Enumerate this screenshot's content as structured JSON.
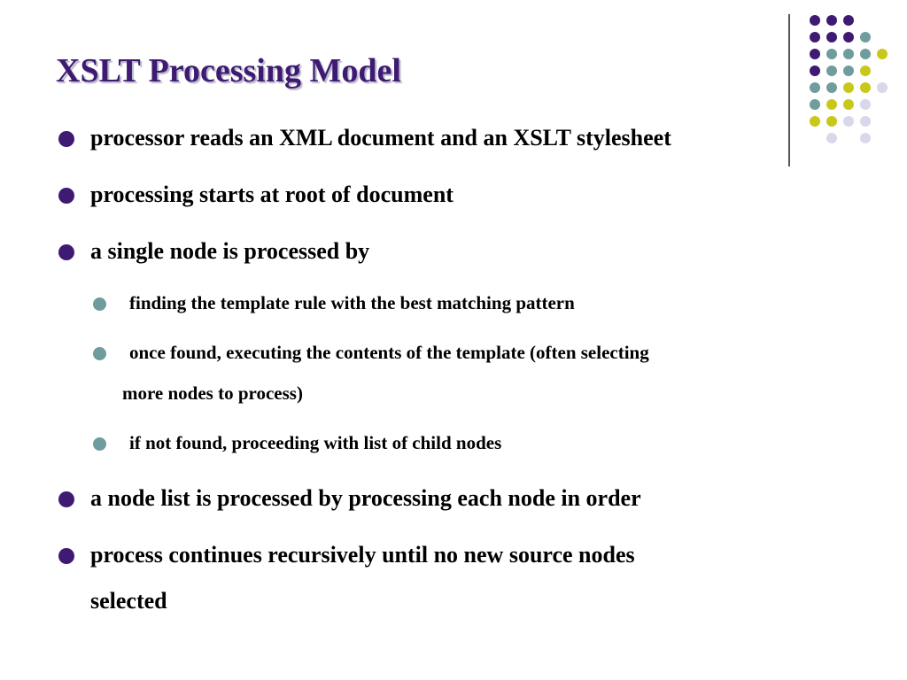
{
  "slide": {
    "title": "XSLT Processing Model",
    "bullets": [
      {
        "level": 1,
        "text": "processor reads an XML document and an XSLT stylesheet"
      },
      {
        "level": 1,
        "text": "processing starts at root of document"
      },
      {
        "level": 1,
        "text": "a single node is processed by"
      },
      {
        "level": 2,
        "text": "finding the template rule with the best matching pattern"
      },
      {
        "level": 2,
        "text": "once found, executing the contents of the template (often selecting",
        "continuation": "more nodes to process)"
      },
      {
        "level": 2,
        "text": "if not found, proceeding with list of child nodes"
      },
      {
        "level": 1,
        "text": "a node list is processed by processing each node in order"
      },
      {
        "level": 1,
        "text": "process continues recursively until no new source nodes",
        "continuation": "selected"
      }
    ]
  },
  "colors": {
    "title": "#3e1a73",
    "level1_bullet": "#3e1a73",
    "level2_bullet": "#6f9c9c",
    "purple": "#3e1a73",
    "teal": "#6f9c9c",
    "olive": "#c8c81a",
    "lavender": "#d8d8ea"
  },
  "decoration": {
    "dot_grid": [
      [
        "purple",
        "purple",
        "purple",
        "",
        ""
      ],
      [
        "purple",
        "purple",
        "purple",
        "teal",
        ""
      ],
      [
        "purple",
        "teal",
        "teal",
        "teal",
        "olive"
      ],
      [
        "purple",
        "teal",
        "teal",
        "olive",
        ""
      ],
      [
        "teal",
        "teal",
        "olive",
        "olive",
        "lavender"
      ],
      [
        "teal",
        "olive",
        "olive",
        "lavender",
        ""
      ],
      [
        "olive",
        "olive",
        "lavender",
        "lavender",
        ""
      ],
      [
        "",
        "lavender",
        "",
        "lavender",
        ""
      ]
    ]
  }
}
